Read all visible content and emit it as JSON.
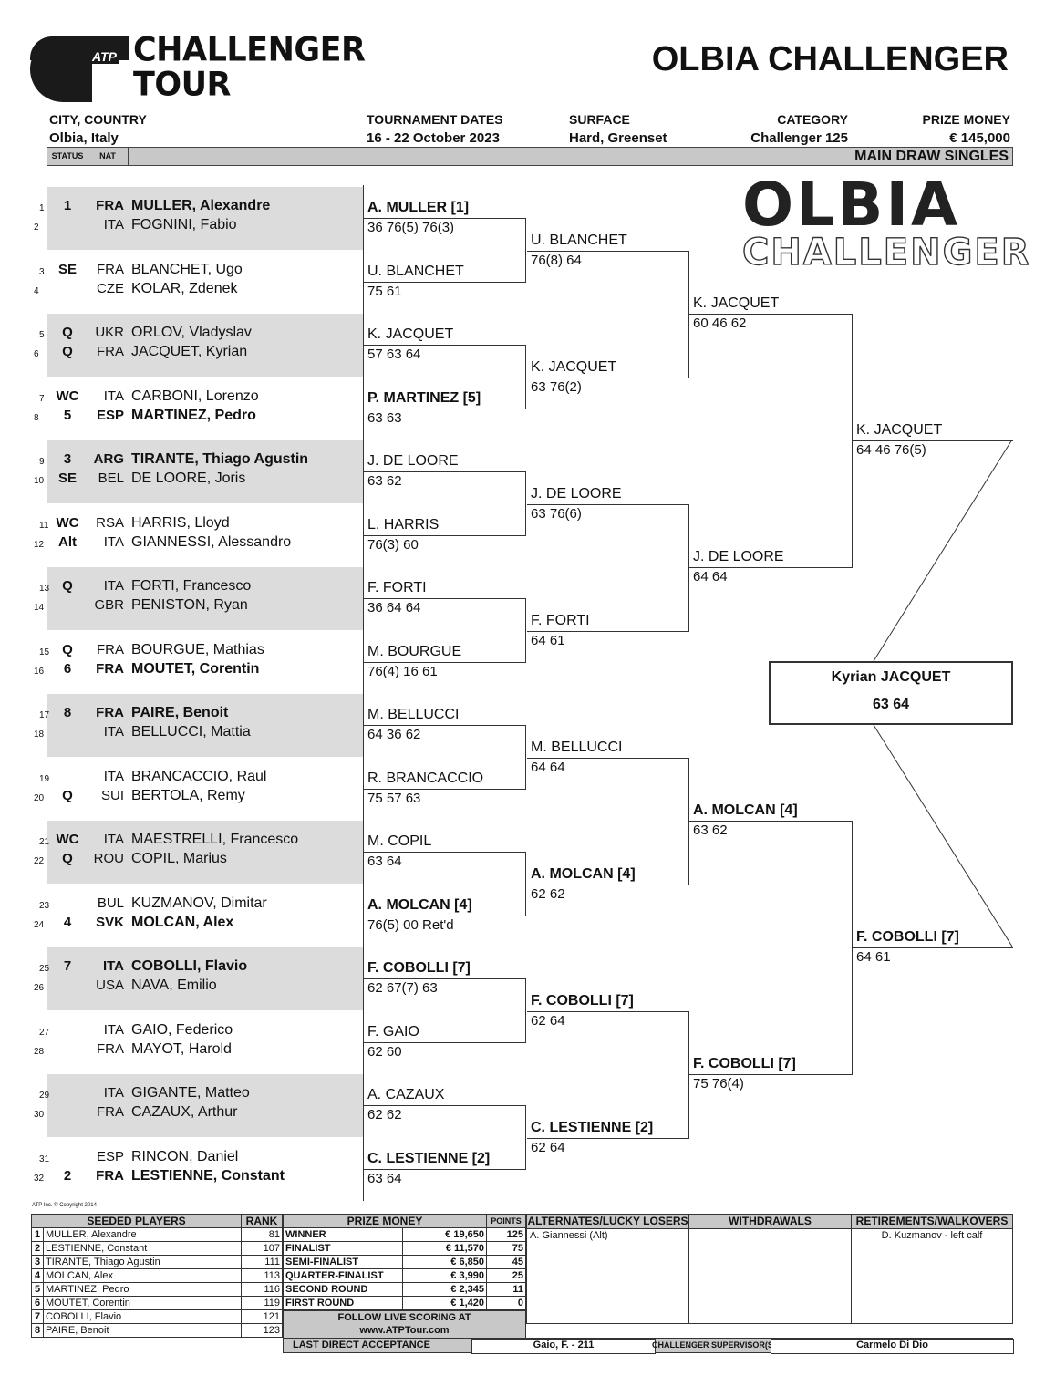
{
  "logo": {
    "atp": "ATP",
    "line1": "CHALLENGER",
    "line2": "TOUR"
  },
  "tournament_name": "OLBIA CHALLENGER",
  "header": {
    "city_label": "CITY, COUNTRY",
    "city": "Olbia, Italy",
    "dates_label": "TOURNAMENT DATES",
    "dates": "16 - 22 October 2023",
    "surface_label": "SURFACE",
    "surface": "Hard, Greenset",
    "category_label": "CATEGORY",
    "category": "Challenger 125",
    "prize_label": "PRIZE MONEY",
    "prize": "€ 145,000"
  },
  "bar": {
    "status": "STATUS",
    "nat": "NAT",
    "draw": "MAIN DRAW SINGLES"
  },
  "emblem": {
    "line1": "OLBIA",
    "line2": "CHALLENGER"
  },
  "players": [
    {
      "num": "1",
      "status": "1",
      "nat": "FRA",
      "name": "MULLER, Alexandre",
      "bold": true
    },
    {
      "num": "2",
      "status": "",
      "nat": "ITA",
      "name": "FOGNINI, Fabio",
      "bold": false
    },
    {
      "num": "3",
      "status": "SE",
      "nat": "FRA",
      "name": "BLANCHET, Ugo",
      "bold": false
    },
    {
      "num": "4",
      "status": "",
      "nat": "CZE",
      "name": "KOLAR, Zdenek",
      "bold": false
    },
    {
      "num": "5",
      "status": "Q",
      "nat": "UKR",
      "name": "ORLOV, Vladyslav",
      "bold": false
    },
    {
      "num": "6",
      "status": "Q",
      "nat": "FRA",
      "name": "JACQUET, Kyrian",
      "bold": false
    },
    {
      "num": "7",
      "status": "WC",
      "nat": "ITA",
      "name": "CARBONI, Lorenzo",
      "bold": false
    },
    {
      "num": "8",
      "status": "5",
      "nat": "ESP",
      "name": "MARTINEZ, Pedro",
      "bold": true
    },
    {
      "num": "9",
      "status": "3",
      "nat": "ARG",
      "name": "TIRANTE, Thiago Agustin",
      "bold": true
    },
    {
      "num": "10",
      "status": "SE",
      "nat": "BEL",
      "name": "DE LOORE, Joris",
      "bold": false
    },
    {
      "num": "11",
      "status": "WC",
      "nat": "RSA",
      "name": "HARRIS, Lloyd",
      "bold": false
    },
    {
      "num": "12",
      "status": "Alt",
      "nat": "ITA",
      "name": "GIANNESSI, Alessandro",
      "bold": false
    },
    {
      "num": "13",
      "status": "Q",
      "nat": "ITA",
      "name": "FORTI, Francesco",
      "bold": false
    },
    {
      "num": "14",
      "status": "",
      "nat": "GBR",
      "name": "PENISTON, Ryan",
      "bold": false
    },
    {
      "num": "15",
      "status": "Q",
      "nat": "FRA",
      "name": "BOURGUE, Mathias",
      "bold": false
    },
    {
      "num": "16",
      "status": "6",
      "nat": "FRA",
      "name": "MOUTET, Corentin",
      "bold": true
    },
    {
      "num": "17",
      "status": "8",
      "nat": "FRA",
      "name": "PAIRE, Benoit",
      "bold": true
    },
    {
      "num": "18",
      "status": "",
      "nat": "ITA",
      "name": "BELLUCCI, Mattia",
      "bold": false
    },
    {
      "num": "19",
      "status": "",
      "nat": "ITA",
      "name": "BRANCACCIO, Raul",
      "bold": false
    },
    {
      "num": "20",
      "status": "Q",
      "nat": "SUI",
      "name": "BERTOLA, Remy",
      "bold": false
    },
    {
      "num": "21",
      "status": "WC",
      "nat": "ITA",
      "name": "MAESTRELLI, Francesco",
      "bold": false
    },
    {
      "num": "22",
      "status": "Q",
      "nat": "ROU",
      "name": "COPIL, Marius",
      "bold": false
    },
    {
      "num": "23",
      "status": "",
      "nat": "BUL",
      "name": "KUZMANOV, Dimitar",
      "bold": false
    },
    {
      "num": "24",
      "status": "4",
      "nat": "SVK",
      "name": "MOLCAN, Alex",
      "bold": true
    },
    {
      "num": "25",
      "status": "7",
      "nat": "ITA",
      "name": "COBOLLI, Flavio",
      "bold": true
    },
    {
      "num": "26",
      "status": "",
      "nat": "USA",
      "name": "NAVA, Emilio",
      "bold": false
    },
    {
      "num": "27",
      "status": "",
      "nat": "ITA",
      "name": "GAIO, Federico",
      "bold": false
    },
    {
      "num": "28",
      "status": "",
      "nat": "FRA",
      "name": "MAYOT, Harold",
      "bold": false
    },
    {
      "num": "29",
      "status": "",
      "nat": "ITA",
      "name": "GIGANTE, Matteo",
      "bold": false
    },
    {
      "num": "30",
      "status": "",
      "nat": "FRA",
      "name": "CAZAUX, Arthur",
      "bold": false
    },
    {
      "num": "31",
      "status": "",
      "nat": "ESP",
      "name": "RINCON, Daniel",
      "bold": false
    },
    {
      "num": "32",
      "status": "2",
      "nat": "FRA",
      "name": "LESTIENNE, Constant",
      "bold": true
    }
  ],
  "rounds": [
    [
      {
        "name": "A. MULLER [1]",
        "score": "36 76(5) 76(3)",
        "bold": true
      },
      {
        "name": "U. BLANCHET",
        "score": "75 61",
        "bold": false
      },
      {
        "name": "K. JACQUET",
        "score": "57 63 64",
        "bold": false
      },
      {
        "name": "P. MARTINEZ [5]",
        "score": "63 63",
        "bold": true
      },
      {
        "name": "J. DE LOORE",
        "score": "63 62",
        "bold": false
      },
      {
        "name": "L. HARRIS",
        "score": "76(3) 60",
        "bold": false
      },
      {
        "name": "F. FORTI",
        "score": "36 64 64",
        "bold": false
      },
      {
        "name": "M. BOURGUE",
        "score": "76(4) 16 61",
        "bold": false
      },
      {
        "name": "M. BELLUCCI",
        "score": "64 36 62",
        "bold": false
      },
      {
        "name": "R. BRANCACCIO",
        "score": "75 57 63",
        "bold": false
      },
      {
        "name": "M. COPIL",
        "score": "63 64",
        "bold": false
      },
      {
        "name": "A. MOLCAN [4]",
        "score": "76(5) 00 Ret'd",
        "bold": true
      },
      {
        "name": "F. COBOLLI [7]",
        "score": "62 67(7) 63",
        "bold": true
      },
      {
        "name": "F. GAIO",
        "score": "62 60",
        "bold": false
      },
      {
        "name": "A. CAZAUX",
        "score": "62 62",
        "bold": false
      },
      {
        "name": "C. LESTIENNE [2]",
        "score": "63 64",
        "bold": true
      }
    ],
    [
      {
        "name": "U. BLANCHET",
        "score": "76(8) 64",
        "bold": false
      },
      {
        "name": "K. JACQUET",
        "score": "63 76(2)",
        "bold": false
      },
      {
        "name": "J. DE LOORE",
        "score": "63 76(6)",
        "bold": false
      },
      {
        "name": "F. FORTI",
        "score": "64 61",
        "bold": false
      },
      {
        "name": "M. BELLUCCI",
        "score": "64 64",
        "bold": false
      },
      {
        "name": "A. MOLCAN [4]",
        "score": "62 62",
        "bold": true
      },
      {
        "name": "F. COBOLLI [7]",
        "score": "62 64",
        "bold": true
      },
      {
        "name": "C. LESTIENNE [2]",
        "score": "62 64",
        "bold": true
      }
    ],
    [
      {
        "name": "K. JACQUET",
        "score": "60 46 62",
        "bold": false
      },
      {
        "name": "J. DE LOORE",
        "score": "64 64",
        "bold": false
      },
      {
        "name": "A. MOLCAN [4]",
        "score": "63 62",
        "bold": true
      },
      {
        "name": "F. COBOLLI [7]",
        "score": "75 76(4)",
        "bold": true
      }
    ],
    [
      {
        "name": "K. JACQUET",
        "score": "64 46 76(5)",
        "bold": false
      },
      {
        "name": "F. COBOLLI [7]",
        "score": "64 61",
        "bold": true
      }
    ]
  ],
  "champion": {
    "name": "Kyrian JACQUET",
    "score": "63 64"
  },
  "copyright": "ATP Inc. © Copyright 2014",
  "seeded": {
    "title": "SEEDED PLAYERS",
    "rank_label": "RANK",
    "rows": [
      {
        "n": "1",
        "name": "MULLER, Alexandre",
        "rank": "81"
      },
      {
        "n": "2",
        "name": "LESTIENNE, Constant",
        "rank": "107"
      },
      {
        "n": "3",
        "name": "TIRANTE, Thiago Agustin",
        "rank": "111"
      },
      {
        "n": "4",
        "name": "MOLCAN, Alex",
        "rank": "113"
      },
      {
        "n": "5",
        "name": "MARTINEZ, Pedro",
        "rank": "116"
      },
      {
        "n": "6",
        "name": "MOUTET, Corentin",
        "rank": "119"
      },
      {
        "n": "7",
        "name": "COBOLLI, Flavio",
        "rank": "121"
      },
      {
        "n": "8",
        "name": "PAIRE, Benoit",
        "rank": "123"
      }
    ]
  },
  "prize": {
    "title": "PRIZE MONEY",
    "points_label": "POINTS",
    "rows": [
      {
        "round": "WINNER",
        "money": "€ 19,650",
        "points": "125"
      },
      {
        "round": "FINALIST",
        "money": "€ 11,570",
        "points": "75"
      },
      {
        "round": "SEMI-FINALIST",
        "money": "€ 6,850",
        "points": "45"
      },
      {
        "round": "QUARTER-FINALIST",
        "money": "€ 3,990",
        "points": "25"
      },
      {
        "round": "SECOND ROUND",
        "money": "€ 2,345",
        "points": "11"
      },
      {
        "round": "FIRST ROUND",
        "money": "€ 1,420",
        "points": "0"
      }
    ],
    "follow1": "FOLLOW LIVE SCORING AT",
    "follow2": "www.ATPTour.com"
  },
  "alternates": {
    "title": "ALTERNATES/LUCKY LOSERS",
    "value": "A. Giannessi (Alt)"
  },
  "withdrawals": {
    "title": "WITHDRAWALS",
    "value": ""
  },
  "retirements": {
    "title": "RETIREMENTS/WALKOVERS",
    "value": "D. Kuzmanov - left calf"
  },
  "footer": {
    "lda_label": "LAST DIRECT ACCEPTANCE",
    "lda": "Gaio, F. - 211",
    "sup_label": "CHALLENGER SUPERVISOR(S)",
    "supervisor": "Carmelo Di Dio"
  }
}
